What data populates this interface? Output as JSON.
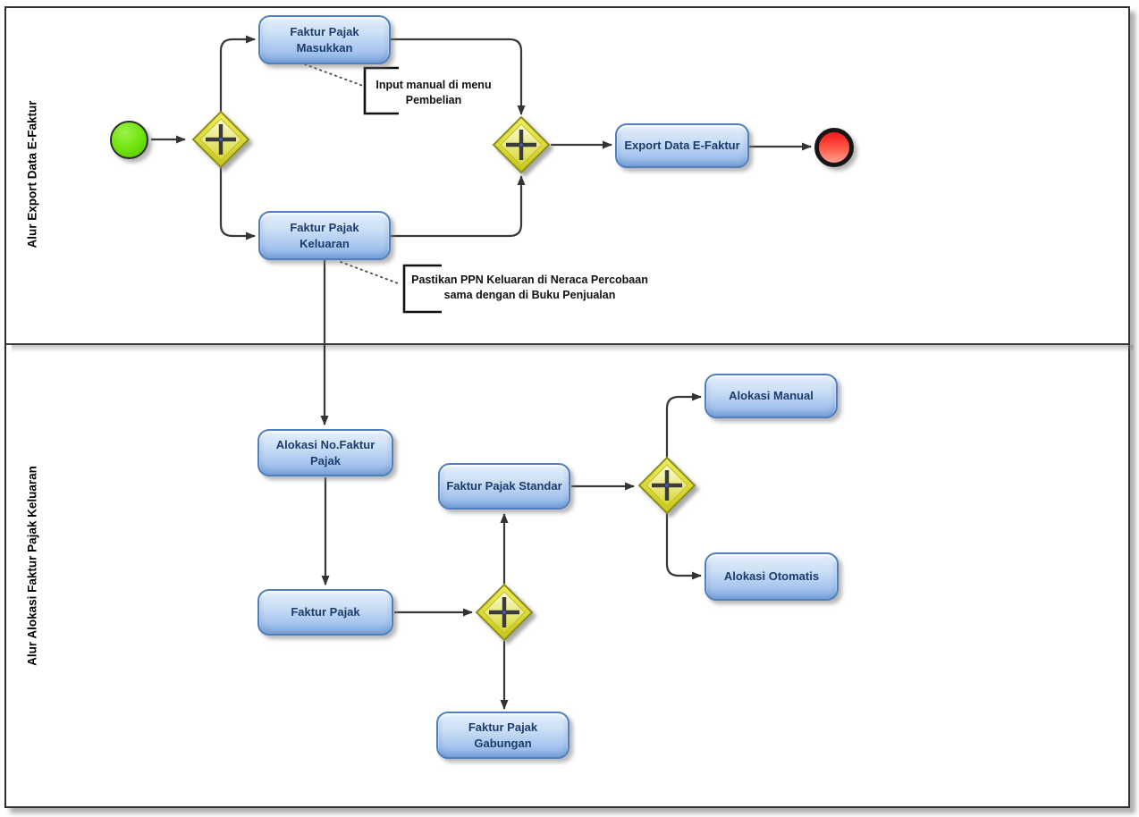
{
  "lanes": [
    {
      "label": "Alur Export Data E-Faktur"
    },
    {
      "label": "Alur Alokasi Faktur Pajak Keluaran"
    }
  ],
  "nodes": {
    "masukkan": {
      "label": "Faktur Pajak Masukkan"
    },
    "keluaran": {
      "label": "Faktur Pajak Keluaran"
    },
    "export": {
      "label": "Export Data E-Faktur"
    },
    "alokasi_no": {
      "label": "Alokasi No.Faktur Pajak"
    },
    "faktur_pajak": {
      "label": "Faktur Pajak"
    },
    "standar": {
      "label": "Faktur Pajak Standar"
    },
    "gabungan": {
      "label": "Faktur Pajak Gabungan"
    },
    "manual": {
      "label": "Alokasi Manual"
    },
    "otomatis": {
      "label": "Alokasi  Otomatis"
    }
  },
  "annotations": [
    {
      "lines": [
        "Input manual di menu",
        "Pembelian"
      ]
    },
    {
      "lines": [
        "Pastikan PPN Keluaran di Neraca Percobaan",
        "sama dengan di Buku Penjualan"
      ]
    }
  ],
  "events": {
    "start": "start-event-green",
    "end": "end-event-red"
  },
  "gateways": {
    "icon": "plus",
    "count": 4
  },
  "palette": {
    "task_fill_top": "#e4effb",
    "task_fill_bottom": "#8db6ea",
    "task_border": "#4f7fbd",
    "task_text": "#1c3c6e",
    "gateway_fill_top": "#eded55",
    "gateway_fill_bottom": "#c8c81e",
    "gateway_border": "#8e8e1f",
    "start_fill": "#6ee311",
    "end_fill": "#f83020",
    "line": "#383838",
    "frame": "#2f2f2f"
  }
}
